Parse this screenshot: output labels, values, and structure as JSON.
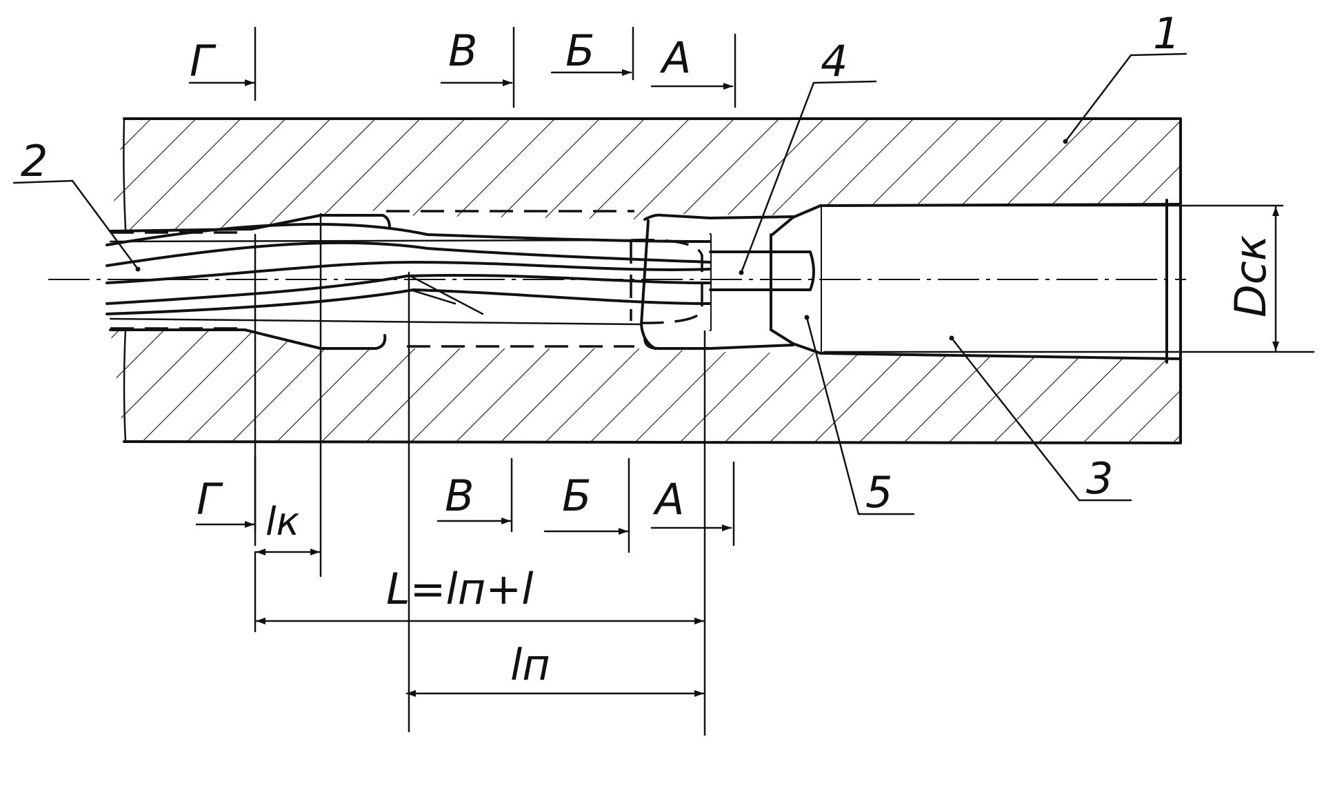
{
  "labels": {
    "part_1": "1",
    "part_2": "2",
    "part_3": "3",
    "part_4": "4",
    "part_5": "5",
    "section_G": "Г",
    "section_V": "В",
    "section_B": "Б",
    "section_A": "А",
    "diameter": "Dск",
    "len_lk": "lк",
    "len_L": "L=lп+l",
    "len_lp": "lп"
  }
}
